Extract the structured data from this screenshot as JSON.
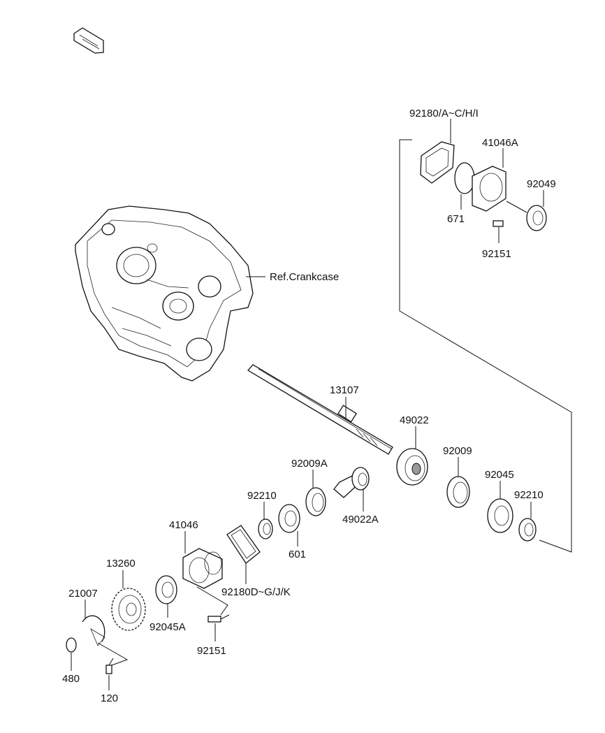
{
  "labels": {
    "p92180_a": "92180/A~C/H/I",
    "p41046a": "41046A",
    "p92049": "92049",
    "p671": "671",
    "p92151_top": "92151",
    "ref_crankcase": "Ref.Crankcase",
    "p13107": "13107",
    "p49022": "49022",
    "p92009": "92009",
    "p92009a": "92009A",
    "p92045": "92045",
    "p92210_right": "92210",
    "p92210_left": "92210",
    "p49022a": "49022A",
    "p601": "601",
    "p41046": "41046",
    "p92180_d": "92180D~G/J/K",
    "p13260": "13260",
    "p21007": "21007",
    "p92045a": "92045A",
    "p92151_bottom": "92151",
    "p480": "480",
    "p120": "120"
  }
}
